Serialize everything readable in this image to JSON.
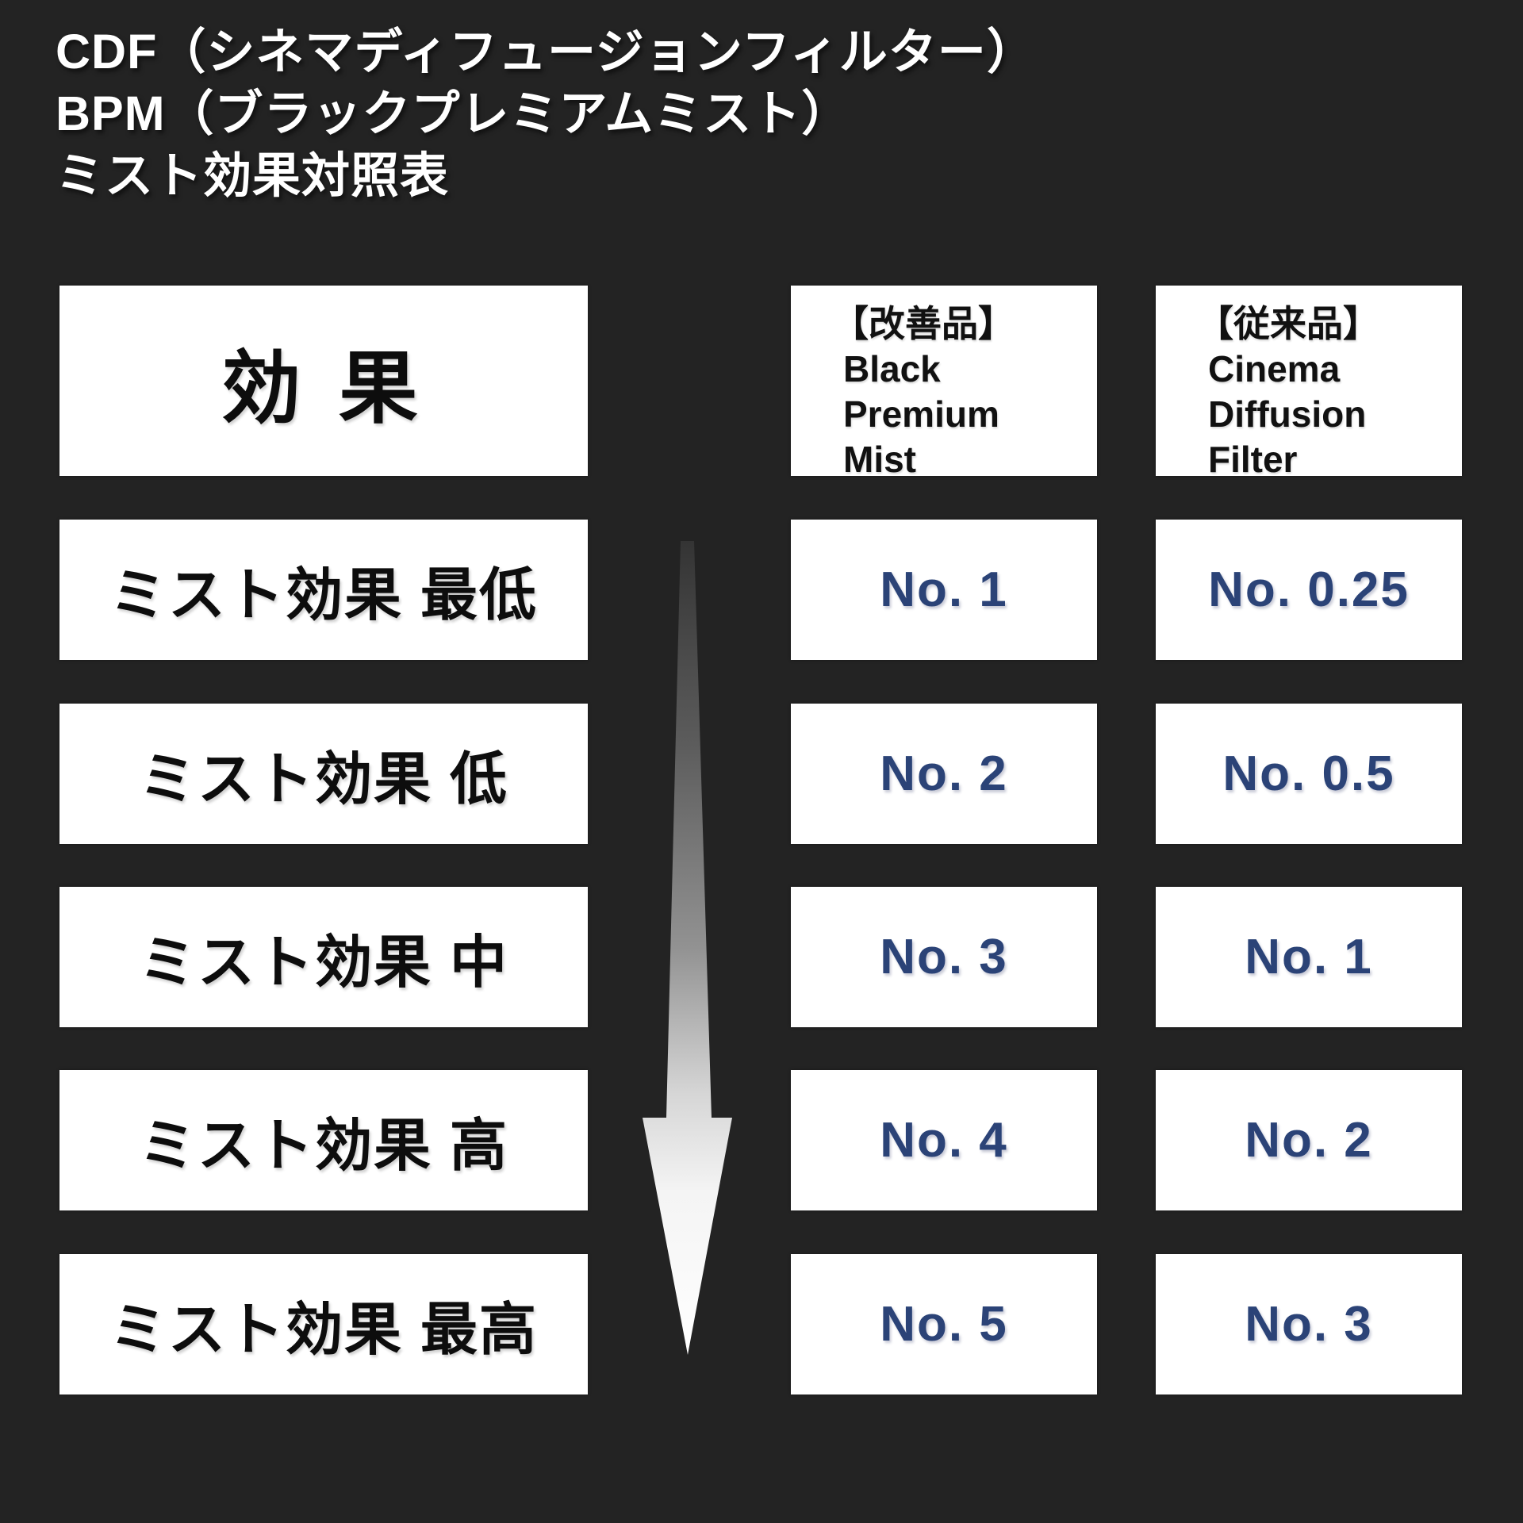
{
  "title": {
    "line1": "CDF（シネマディフュージョンフィルター）",
    "line2": "BPM（ブラックプレミアムミスト）",
    "line3": "ミスト効果対照表"
  },
  "table": {
    "effect_header": "効 果",
    "columns": {
      "bpm": {
        "tag": "【改善品】",
        "lines": [
          "Black",
          "Premium",
          "Mist"
        ]
      },
      "cdf": {
        "tag": "【従来品】",
        "lines": [
          "Cinema",
          "Diffusion",
          "Filter"
        ]
      }
    },
    "rows": [
      {
        "label": "ミスト効果 最低",
        "bpm": "No. 1",
        "cdf": "No. 0.25"
      },
      {
        "label": "ミスト効果 低",
        "bpm": "No. 2",
        "cdf": "No. 0.5"
      },
      {
        "label": "ミスト効果 中",
        "bpm": "No. 3",
        "cdf": "No. 1"
      },
      {
        "label": "ミスト効果 高",
        "bpm": "No. 4",
        "cdf": "No. 2"
      },
      {
        "label": "ミスト効果 最高",
        "bpm": "No. 5",
        "cdf": "No. 3"
      }
    ]
  },
  "icons": {
    "effect_arrow": "down-arrow"
  },
  "colors": {
    "background": "#232323",
    "box": "#ffffff",
    "label_text": "#0d0d0d",
    "value_text": "#2b4377",
    "title_text": "#ffffff"
  }
}
